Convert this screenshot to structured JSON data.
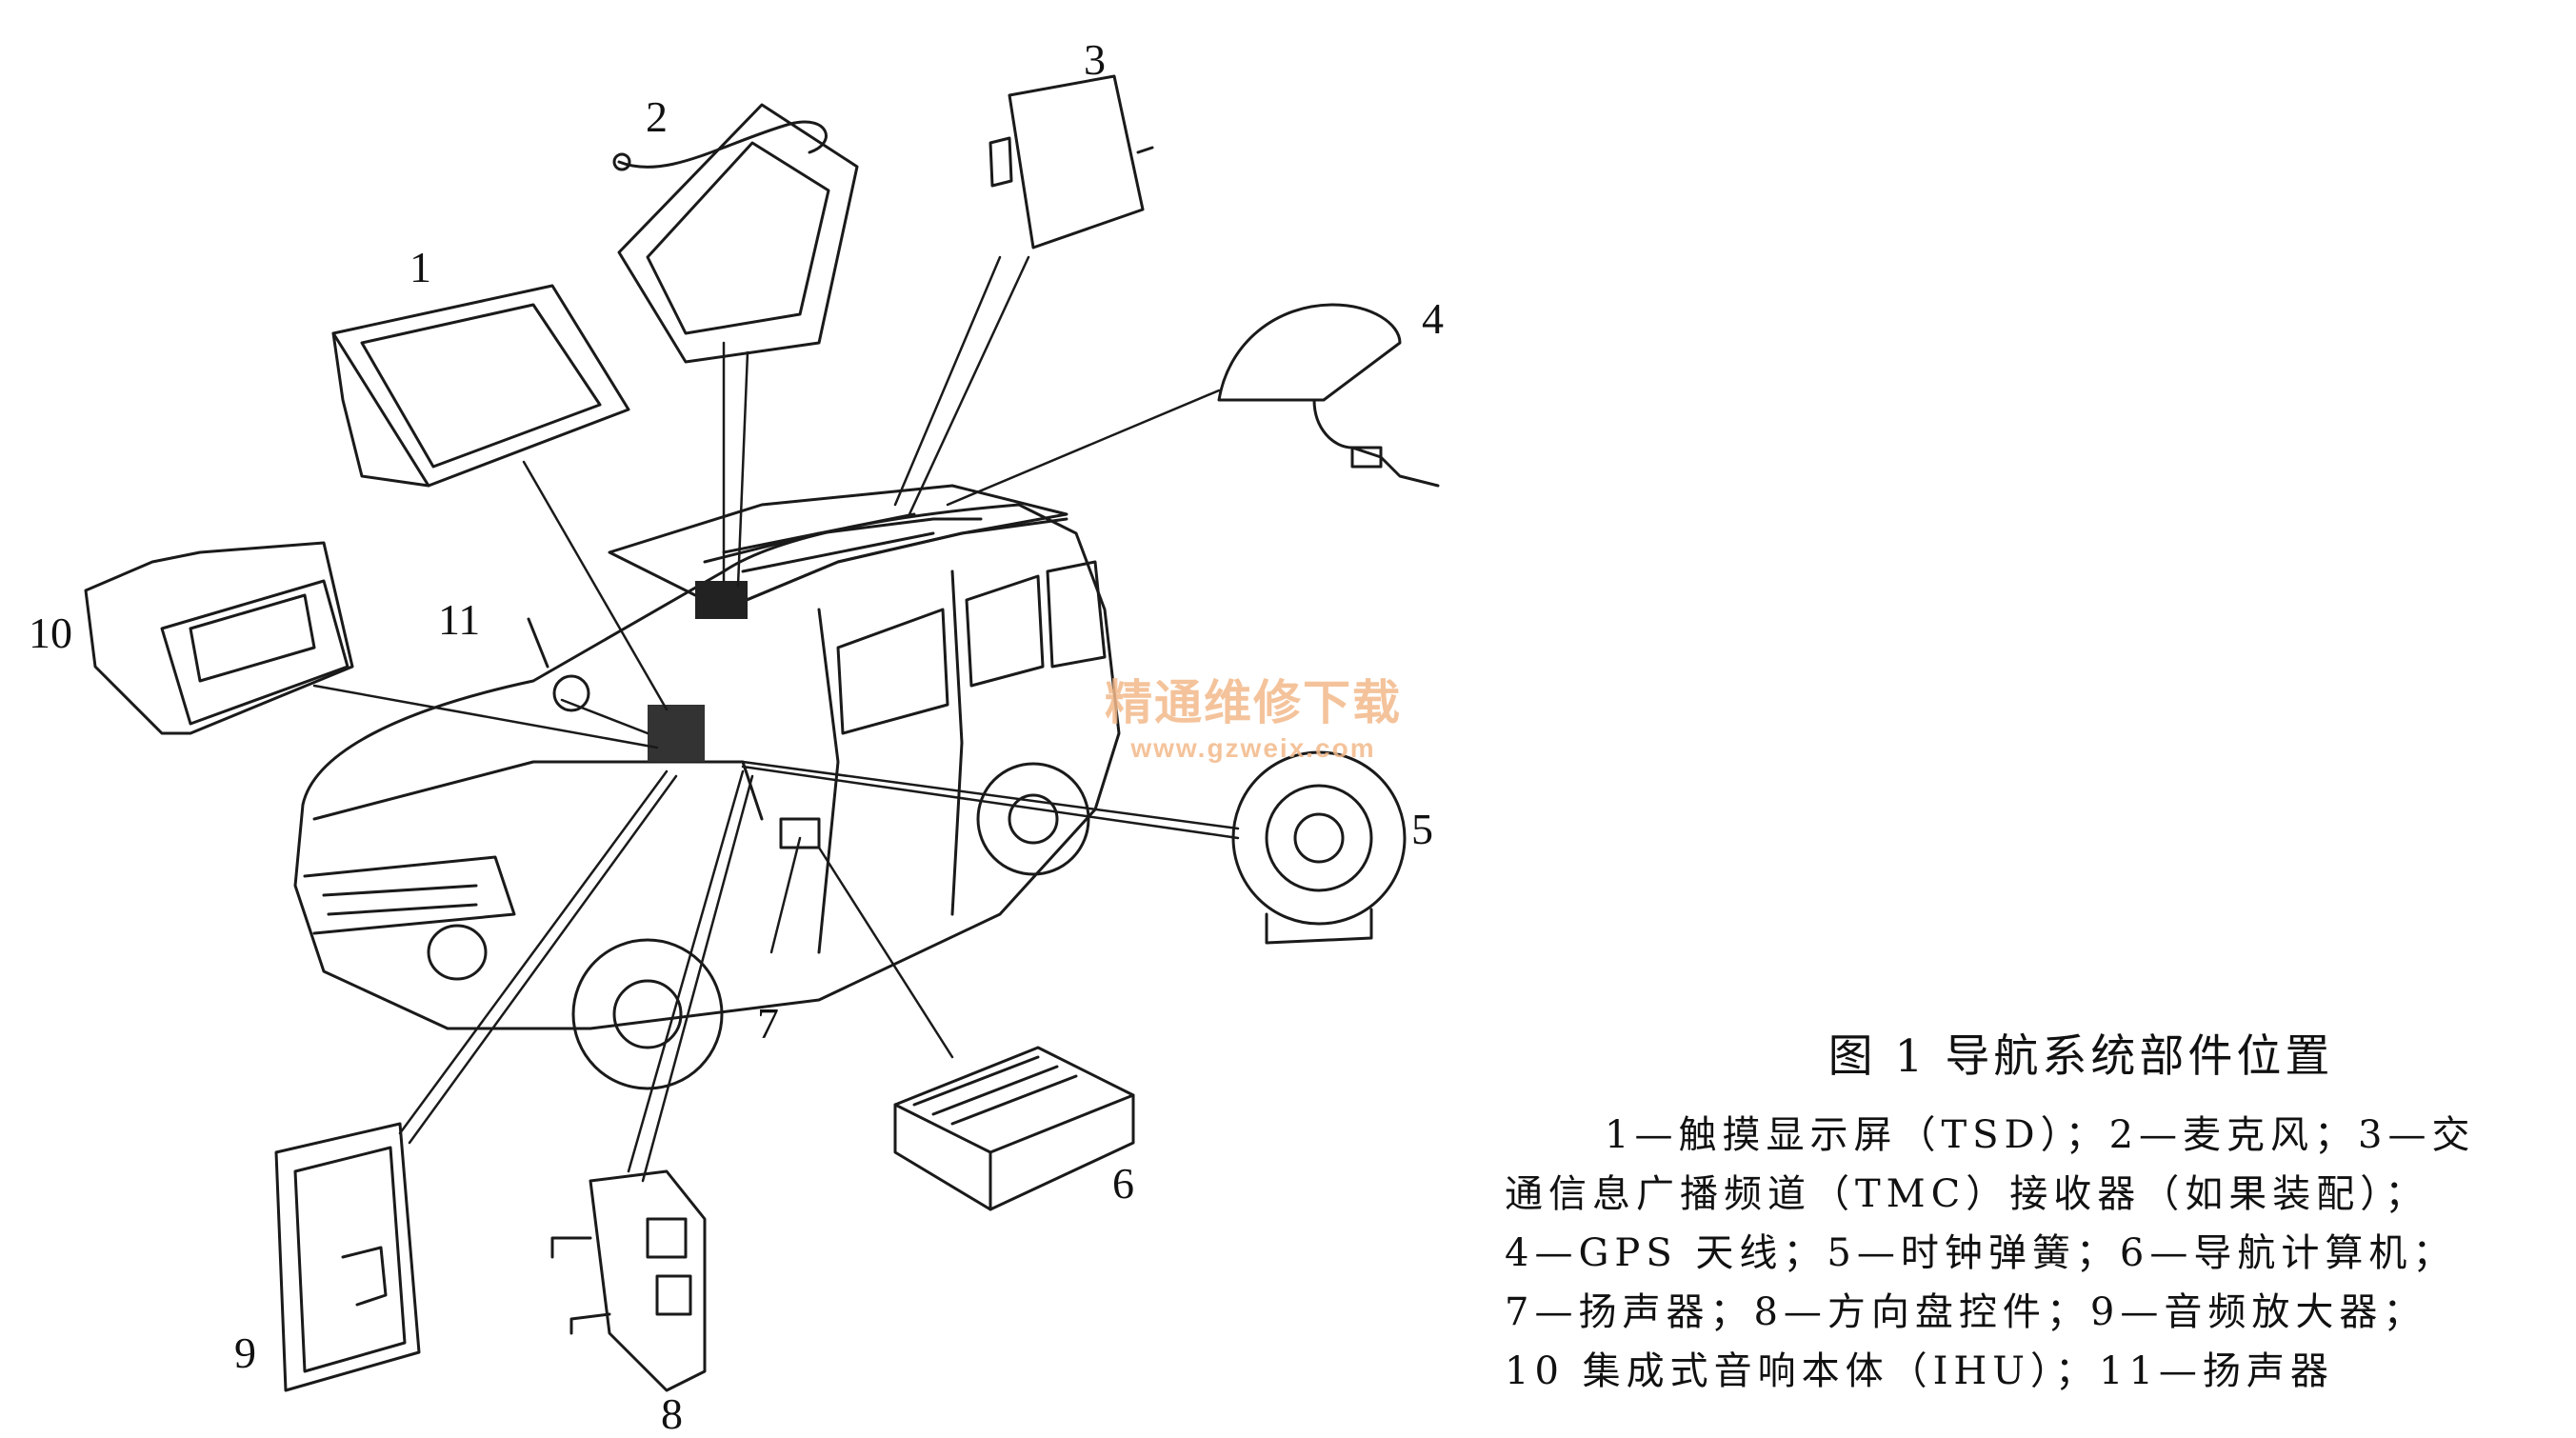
{
  "labels": {
    "n1": "1",
    "n2": "2",
    "n3": "3",
    "n4": "4",
    "n5": "5",
    "n6": "6",
    "n7": "7",
    "n8": "8",
    "n9": "9",
    "n10": "10",
    "n11": "11"
  },
  "caption": {
    "title": "图 1  导航系统部件位置",
    "lines": [
      "1—触摸显示屏（TSD）；2—麦克风；3—交",
      "通信息广播频道（TMC）接收器（如果装配）；",
      "4—GPS 天线；5—时钟弹簧；6—导航计算机；",
      "7—扬声器；8—方向盘控件；9—音频放大器；",
      "10  集成式音响本体（IHU）；11—扬声器"
    ]
  },
  "watermark": {
    "text": "精通维修下载",
    "url": "www.gzweix.com"
  }
}
